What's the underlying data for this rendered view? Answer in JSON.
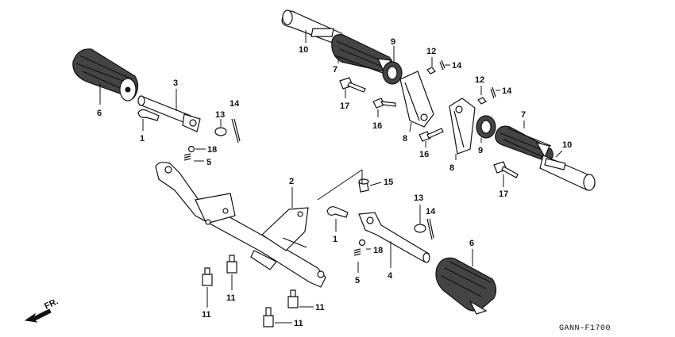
{
  "labels": {
    "p1a": "1",
    "p1b": "1",
    "p2": "2",
    "p3": "3",
    "p4": "4",
    "p5a": "5",
    "p5b": "5",
    "p6a": "6",
    "p6b": "6",
    "p7a": "7",
    "p7b": "7",
    "p8a": "8",
    "p8b": "8",
    "p9a": "9",
    "p9b": "9",
    "p10a": "10",
    "p10b": "10",
    "p11a": "11",
    "p11b": "11",
    "p11c": "11",
    "p11d": "11",
    "p12a": "12",
    "p12b": "12",
    "p13a": "13",
    "p13b": "13",
    "p14a": "14",
    "p14b": "14",
    "p14c": "14",
    "p14d": "14",
    "p15": "15",
    "p16a": "16",
    "p16b": "16",
    "p17a": "17",
    "p17b": "17",
    "p18a": "18",
    "p18b": "18"
  },
  "direction": "FR.",
  "diagram_code": "GANN–F1700"
}
